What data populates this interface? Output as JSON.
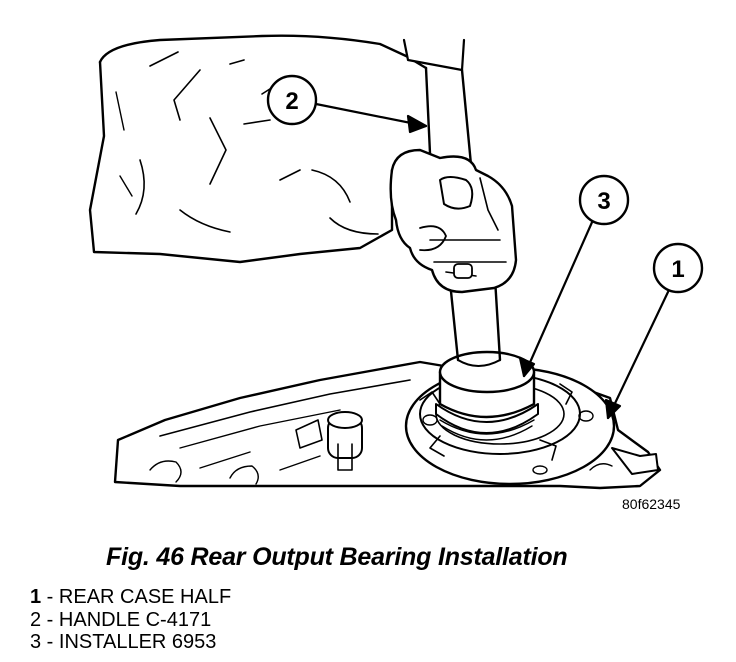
{
  "figure": {
    "code": "80f62345",
    "caption": "Fig. 46 Rear Output Bearing Installation"
  },
  "callouts": [
    {
      "num": "1",
      "target": "rear-case-half"
    },
    {
      "num": "2",
      "target": "handle"
    },
    {
      "num": "3",
      "target": "installer"
    }
  ],
  "legend": [
    {
      "num": "1",
      "sep": " - ",
      "label": "REAR CASE HALF"
    },
    {
      "num": "2",
      "sep": " - ",
      "label": "HANDLE C-4171"
    },
    {
      "num": "3",
      "sep": " - ",
      "label": "INSTALLER 6953"
    }
  ],
  "colors": {
    "ink": "#000000",
    "paper": "#ffffff"
  }
}
